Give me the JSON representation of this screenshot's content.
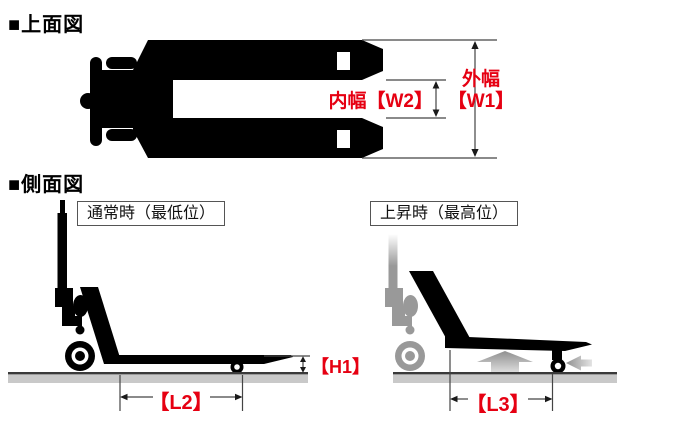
{
  "colors": {
    "accent_red": "#e60012",
    "machine_black": "#000000",
    "machine_gray": "#999999",
    "ground_gray": "#c9c9c9",
    "dimension_line": "#444444"
  },
  "top_view": {
    "header": "■上面図",
    "inner_width_label": "内幅【W2】",
    "outer_width_label_line1": "外幅",
    "outer_width_label_line2": "【W1】"
  },
  "side_view": {
    "header": "■側面図",
    "lowered": {
      "caption": "通常時（最低位）",
      "height_label": "【H1】",
      "length_label": "【L2】"
    },
    "raised": {
      "caption": "上昇時（最高位）",
      "length_label": "【L3】"
    }
  }
}
